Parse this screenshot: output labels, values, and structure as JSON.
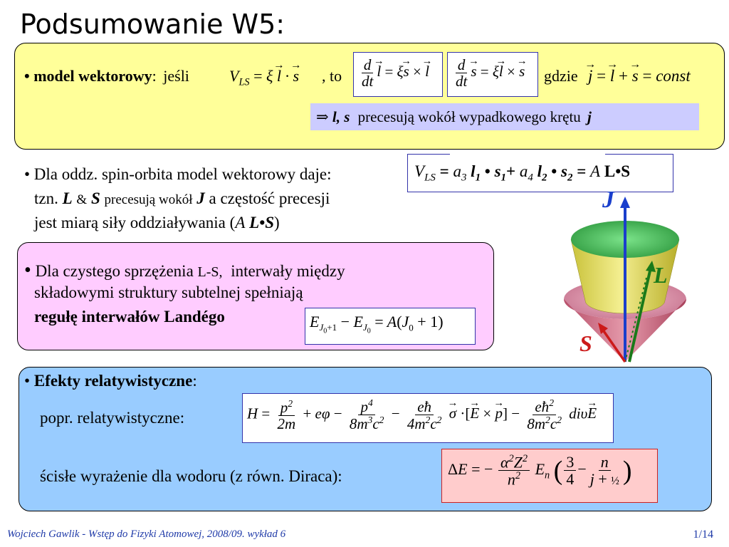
{
  "title": "Podsumowanie W5:",
  "box1": {
    "bullet": "•",
    "bold_label": "model wektorowy",
    "colon": ":",
    "if_text": "jeśli",
    "comma_to": ", to",
    "where_text": "gdzie",
    "precess_arrow": "⇒",
    "precess_vars": "l, s",
    "precess_text": "precesują wokół wypadkowego krętu",
    "precess_j": "j"
  },
  "spin_orbit": {
    "line1": "• Dla oddz. spin-orbita model wektorowy daje:",
    "line2_pre": "tzn.",
    "line2_L": "L",
    "line2_amp": "&",
    "line2_S": "S",
    "line2_mid": "precesują wokół",
    "line2_J": "J",
    "line2_end": "a częstość precesji",
    "line3_pre": "jest miarą siły oddziaływania (",
    "line3_A": "A",
    "line3_LS": "L•S",
    "line3_end": ")",
    "formula": {
      "V": "V",
      "LS": "LS",
      "eq": " = ",
      "a3": "a",
      "sub3": "3",
      "l1": "l",
      "sub_1": "1",
      "dot": " • ",
      "s1": "s",
      "plus": "+ ",
      "a4": "a",
      "sub4": "4",
      "l2": "l",
      "sub_2": "2",
      "s2": "s",
      "eqA": " = ",
      "A": "A",
      "LS_bold": "L•S"
    }
  },
  "cone_labels": {
    "J": "J",
    "L": "L",
    "S": "S"
  },
  "lande": {
    "bullet": "•",
    "line1_a": "Dla czystego sprzężenia",
    "line1_b": "L-S,",
    "line1_c": "interwały między",
    "line2": "składowymi struktury subtelnej spełniają",
    "line3": "regułę interwałów Landégo"
  },
  "rel": {
    "heading_bullet": "•",
    "heading": "Efekty relatywistyczne",
    "heading_colon": ":",
    "popr": "popr. relatywistyczne:",
    "exact": "ścisłe wyrażenie dla wodoru (z równ. Diraca):"
  },
  "footer": {
    "left": "Wojciech Gawlik - Wstęp do Fizyki Atomowej, 2008/09. wykład 6",
    "right": "1/14"
  },
  "colors": {
    "yellow_box": "#ffff99",
    "pink_box": "#ffccff",
    "blue_box": "#99ccff",
    "precess_box": "#ccccff",
    "J_color": "#1a3fcc",
    "L_color": "#1a7a1a",
    "S_color": "#cc1a1a",
    "footer_color": "#1f3aa8"
  }
}
